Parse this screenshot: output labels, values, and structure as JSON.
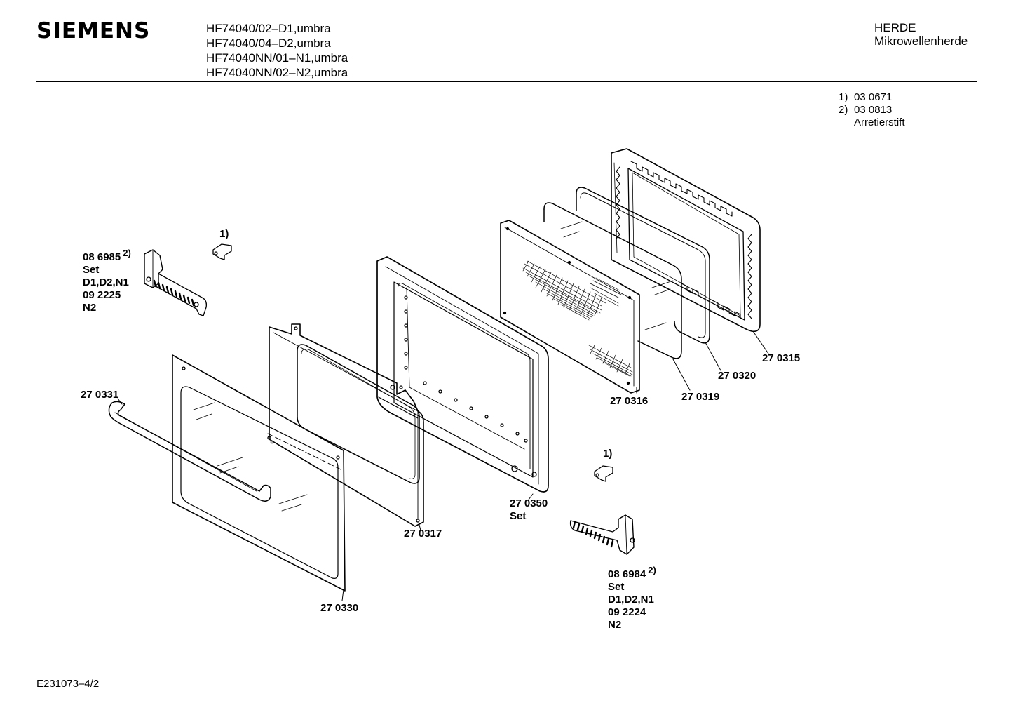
{
  "header": {
    "brand": "SIEMENS",
    "models": [
      "HF74040/02–D1,umbra",
      "HF74040/04–D2,umbra",
      "HF74040NN/01–N1,umbra",
      "HF74040NN/02–N2,umbra"
    ],
    "category": "HERDE",
    "subcategory": "Mikrowellenherde"
  },
  "notes": [
    {
      "marker": "1)",
      "text": "03 0671"
    },
    {
      "marker": "2)",
      "text": "03 0813"
    },
    {
      "marker": "",
      "text": "Arretierstift"
    }
  ],
  "parts": {
    "hinge_left": {
      "lines": [
        "08 6985",
        "Set",
        "D1,D2,N1",
        "09 2225",
        "N2"
      ],
      "note": "2)"
    },
    "pin_left": {
      "ref": "1)"
    },
    "handle": {
      "number": "27 0331"
    },
    "outer_glass": {
      "number": "27 0330"
    },
    "glass_frame": {
      "number": "27 0317"
    },
    "door_frame": {
      "lines": [
        "27 0350",
        "Set"
      ]
    },
    "inner_frame": {
      "number": "27 0316"
    },
    "inner_glass": {
      "number": "27 0319"
    },
    "seal": {
      "number": "27 0320"
    },
    "gasket_frame": {
      "number": "27 0315"
    },
    "pin_right": {
      "ref": "1)"
    },
    "hinge_right": {
      "lines": [
        "08 6984",
        "Set",
        "D1,D2,N1",
        "09 2224",
        "N2"
      ],
      "note": "2)"
    }
  },
  "footer": {
    "code": "E231073–4/2"
  }
}
